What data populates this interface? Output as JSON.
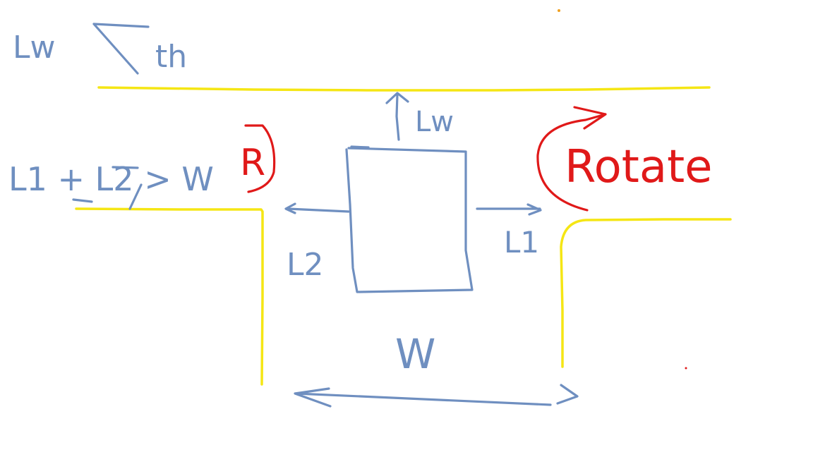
{
  "colors": {
    "background": "#ffffff",
    "wall": "#f5e614",
    "sketch": "#6f8fc0",
    "accent": "#e01919",
    "speck": "#f0a020"
  },
  "labels": {
    "top_condition_left": "Lw",
    "top_condition_right": "th",
    "left_condition": "L1 + L2 > W",
    "left_marker": "R",
    "up_arrow_label": "Lw",
    "left_arrow_label": "L2",
    "right_arrow_label": "L1",
    "width_label": "W",
    "action": "Rotate"
  }
}
